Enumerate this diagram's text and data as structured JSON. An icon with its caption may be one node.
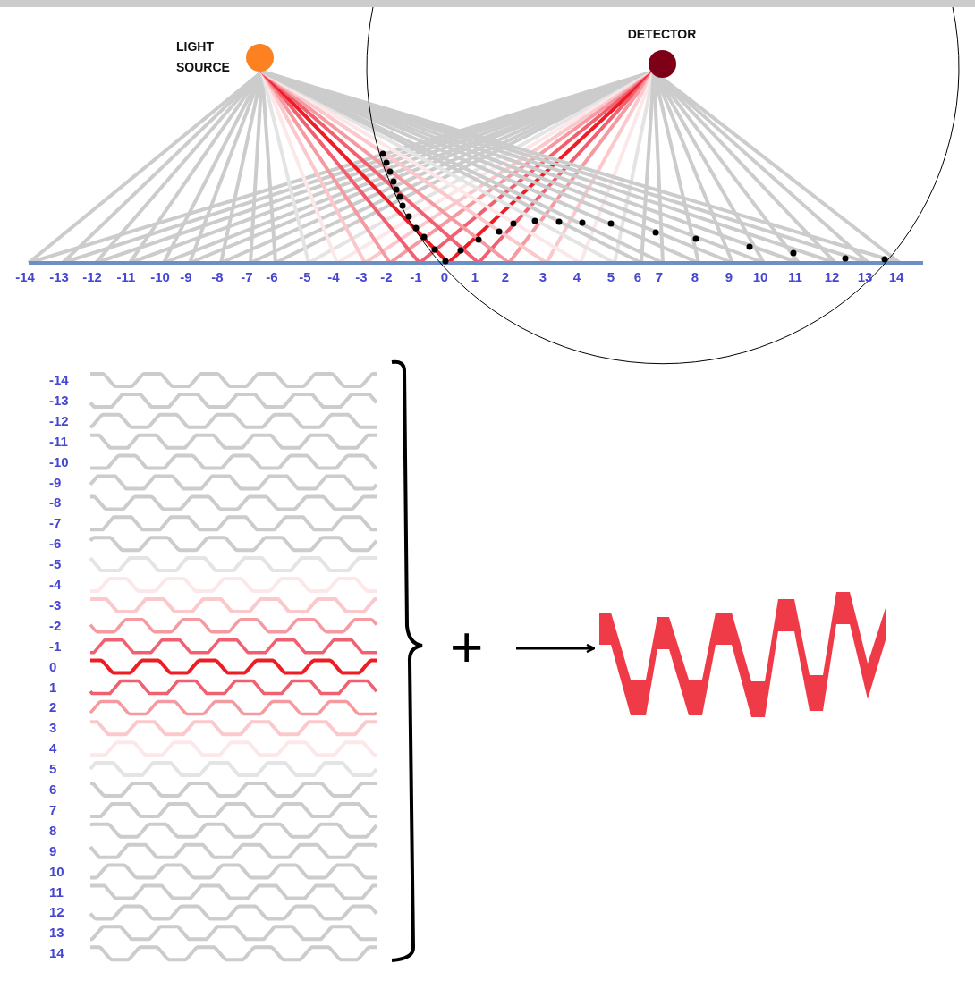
{
  "diagram": {
    "nodes": [
      {
        "text": [
          "LIGHT SOURCE"
        ]
      },
      {
        "text": [
          "DETECTOR"
        ]
      },
      {
        "text": [],
        "shape": "picture"
      }
    ],
    "edges": [
      {
        "from": null,
        "to": 2,
        "arrow": "to"
      }
    ],
    "labels": [
      "-14",
      "-13",
      "-12",
      "-11",
      "-10",
      "-9",
      "-8",
      "-7",
      "-6",
      "-5",
      "-4",
      "-3",
      "-2",
      "-1",
      "0",
      "1",
      "2",
      "3",
      "4",
      "5",
      "6",
      "7",
      "8",
      "9",
      "10",
      "11",
      "12",
      "13",
      "14",
      "-14",
      "-13",
      "-12",
      "-11",
      "-10",
      "-9",
      "-8",
      "-7",
      "-6",
      "-5",
      "-4",
      "-3",
      "-2",
      "-1",
      "0",
      "1",
      "2",
      "3",
      "4",
      "5",
      "6",
      "7",
      "8",
      "9",
      "10",
      "11",
      "12",
      "13",
      "14",
      "+"
    ]
  }
}
